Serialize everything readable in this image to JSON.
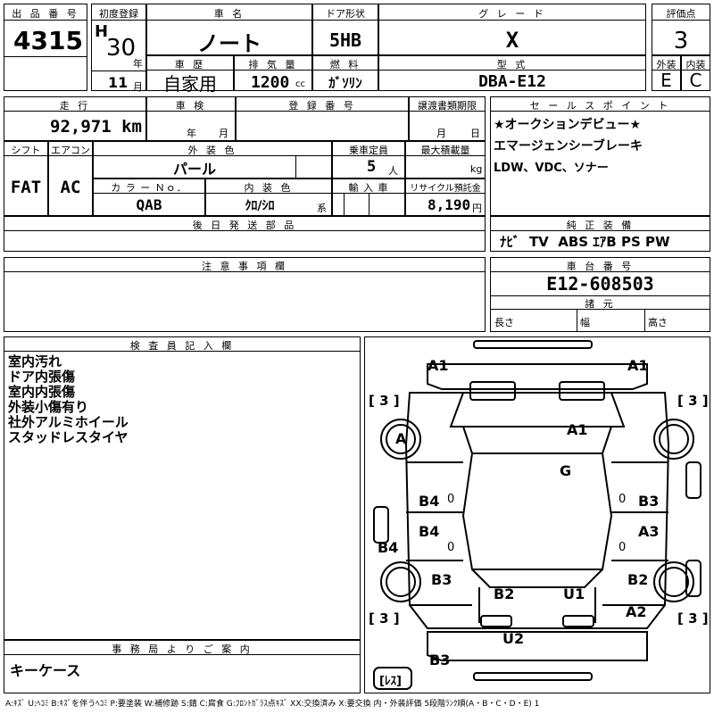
{
  "header": {
    "lot_label": "出 品 番 号",
    "lot_no": "4315",
    "first_reg_label": "初度登録",
    "era": "H",
    "year": "30",
    "year_unit": "年",
    "month": "11",
    "month_unit": "月",
    "name_label": "車 名",
    "name": "ノート",
    "door_label": "ドア形状",
    "door": "5HB",
    "grade_label": "グ レ ー ド",
    "grade": "X",
    "score_label": "評価点",
    "score": "3",
    "history_label": "車 歴",
    "history": "自家用",
    "disp_label": "排 気 量",
    "disp": "1200",
    "disp_unit": "cc",
    "fuel_label": "燃 料",
    "fuel": "ｶﾞｿﾘﾝ",
    "model_label": "型 式",
    "model": "DBA-E12",
    "ext_label": "外装",
    "ext": "E",
    "int_label": "内装",
    "int": "C"
  },
  "row2": {
    "mileage_label": "走 行",
    "mileage": "92,971 km",
    "inspection_label": "車 検",
    "insp_year_unit": "年",
    "insp_month_unit": "月",
    "reg_label": "登 録 番 号",
    "transfer_label": "譲渡書類期限",
    "tr_month_unit": "月",
    "tr_day_unit": "日",
    "sales_label": "セ ー ル ス ポ イ ン ト",
    "sales_points": [
      "★オークションデビュー★",
      "エマージェンシーブレーキ",
      "LDW、VDC、ソナー"
    ]
  },
  "row3": {
    "shift_label": "シフト",
    "shift": "FAT",
    "ac_label": "エアコン",
    "ac": "AC",
    "ext_color_label": "外 装 色",
    "ext_color": "パール",
    "cap_label": "乗車定員",
    "cap": "5",
    "cap_unit": "人",
    "load_label": "最大積載量",
    "load_unit": "kg",
    "color_no_label": "カ ラ ー Ｎｏ．",
    "color_no": "QAB",
    "int_color_label": "内 装 色",
    "int_color": "ｸﾛ/ｼﾛ",
    "int_color_unit": "系",
    "import_label": "輸 入 車",
    "recycle_label": "リサイクル預託金",
    "recycle": "8,190",
    "recycle_unit": "円",
    "later_label": "後 日 発 送 部 品",
    "equip_label": "純 正 装 備",
    "equip": "ﾅﾋﾞ  TV  ABS ｴｱB PS PW"
  },
  "notes": {
    "caution_label": "注 意 事 項 欄",
    "chassis_label": "車 台 番 号",
    "chassis": "E12-608503",
    "spec_label": "諸 元",
    "length_label": "長さ",
    "width_label": "幅",
    "height_label": "高さ"
  },
  "inspector": {
    "label": "検 査 員 記 入 欄",
    "lines": [
      "室内汚れ",
      "ドア内張傷",
      "室内内張傷",
      "外装小傷有り",
      "社外アルミホイール",
      "スタッドレスタイヤ"
    ]
  },
  "office": {
    "label": "事 務 局 よ り ご 案 内",
    "text": "キーケース"
  },
  "diagram": {
    "tire_values": [
      "[ 3 ]",
      "[ 3 ]",
      "[ 3 ]",
      "[ 3 ]"
    ],
    "marks": {
      "front_left_corner": "A1",
      "front_right_corner": "A1",
      "hood": "A1",
      "front_left_wheel": "A",
      "windshield": "G",
      "left_front_door": "B4",
      "right_front_door": "B3",
      "left_rear_door": "B4",
      "right_rear_door": "A3",
      "left_sill": "B4",
      "left_rear_wheel": "B3",
      "right_rear_wheel": "B2",
      "trunk_left": "B2",
      "trunk_right": "U1",
      "rear_right": "A2",
      "rear_bumper": "U2",
      "rear_left_bottom": "B3",
      "door_small_1": "0",
      "door_small_2": "0",
      "door_small_3": "0",
      "door_small_4": "0"
    },
    "spare_label": "[ﾚｽ]"
  },
  "legend": "A:ｷｽﾞ U:ﾍｺﾐ B:ｷｽﾞを伴うﾍｺﾐ P:要塗装 W:補修跡 S:錆 C:腐食 G:ﾌﾛﾝﾄｶﾞﾗｽ点ｷｽﾞ XX:交換済み X:要交換 内・外装評価 5段階ﾗﾝｸ順(A・B・C・D・E) 1"
}
